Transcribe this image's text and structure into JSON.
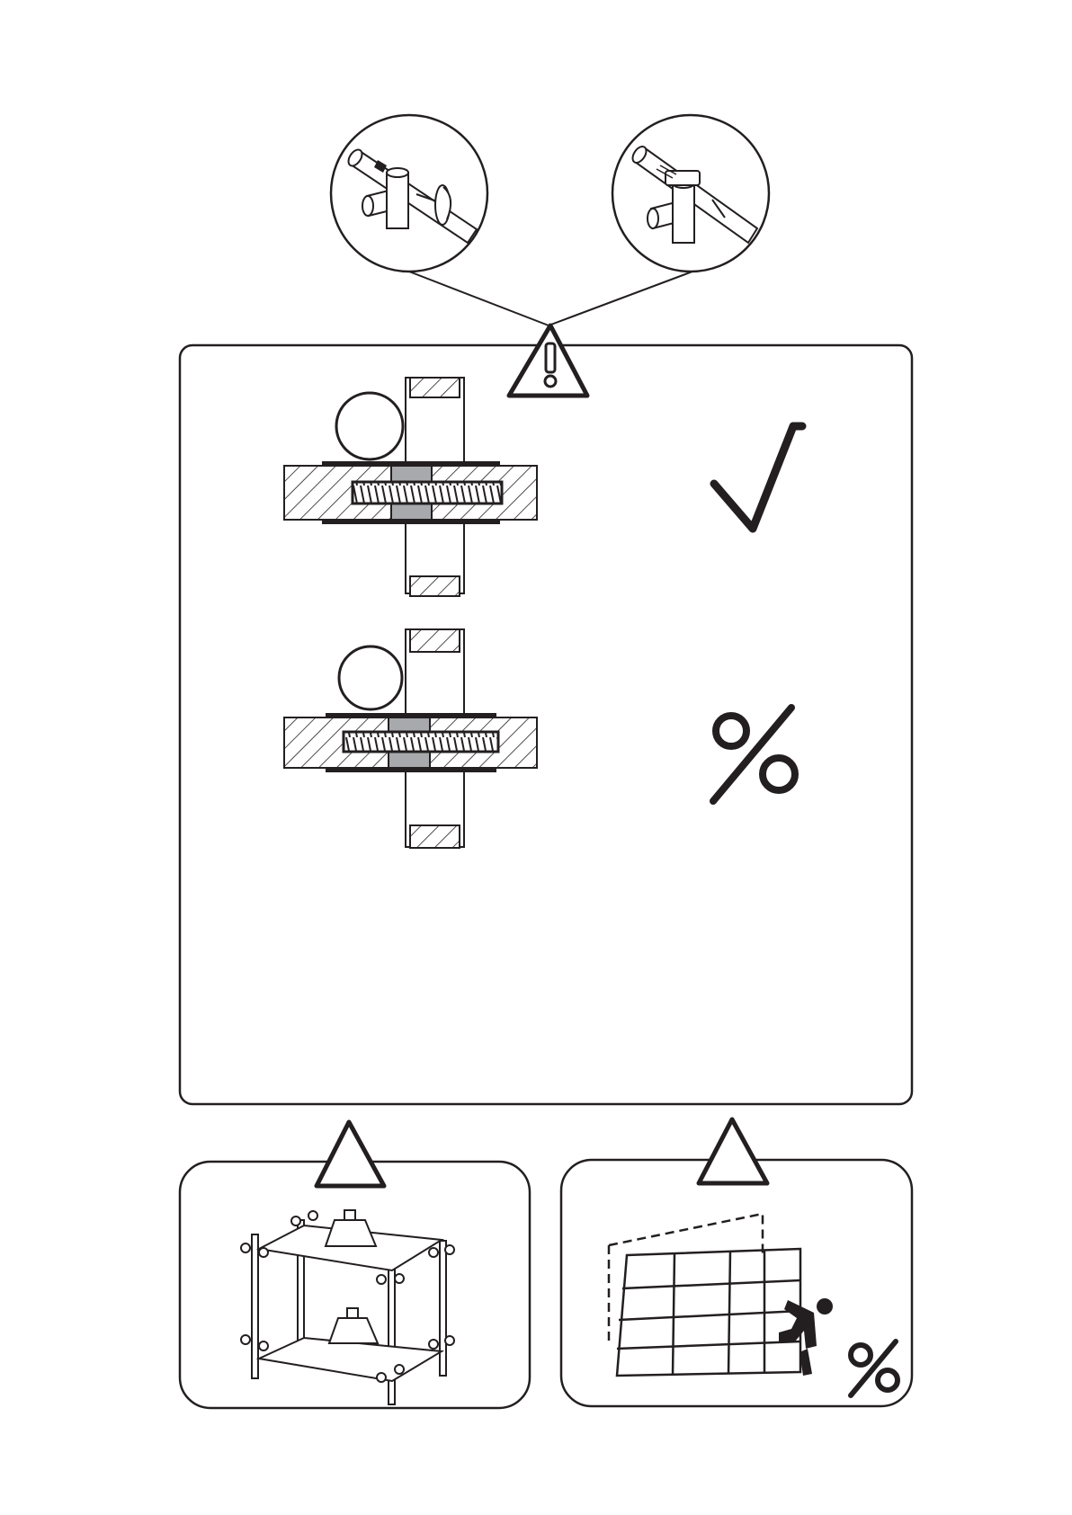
{
  "colors": {
    "line": "#231f20",
    "fill": "#ffffff",
    "shade": "#a7a9ac"
  },
  "icons": {
    "correct": "check-mark-icon",
    "incorrect": "percent-sign-icon",
    "warning": "warning-triangle-icon"
  },
  "marks": {
    "correct_symbol": "√",
    "incorrect_symbol": "%"
  },
  "panels": {
    "main": {
      "rows": [
        "correct",
        "incorrect"
      ]
    },
    "bottom_left": {
      "meaning": "correct"
    },
    "bottom_right": {
      "meaning": "incorrect"
    }
  }
}
